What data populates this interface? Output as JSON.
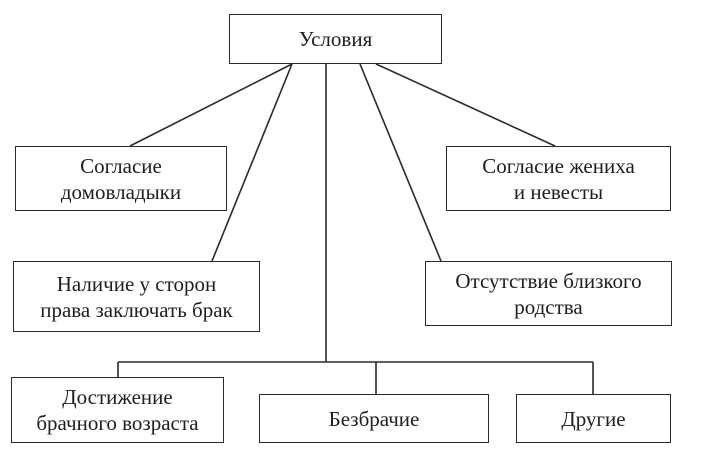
{
  "diagram": {
    "root": {
      "label": "Условия"
    },
    "conditions": {
      "consent_head": "Согласие\nдомовладыки",
      "consent_couple": "Согласие жениха\nи невесты",
      "capacity": "Наличие у сторон\nправа заключать брак",
      "no_kinship": "Отсутствие близкого\nродства",
      "age": "Достижение\nбрачного возраста",
      "celibacy": "Безбрачие",
      "other": "Другие"
    }
  }
}
